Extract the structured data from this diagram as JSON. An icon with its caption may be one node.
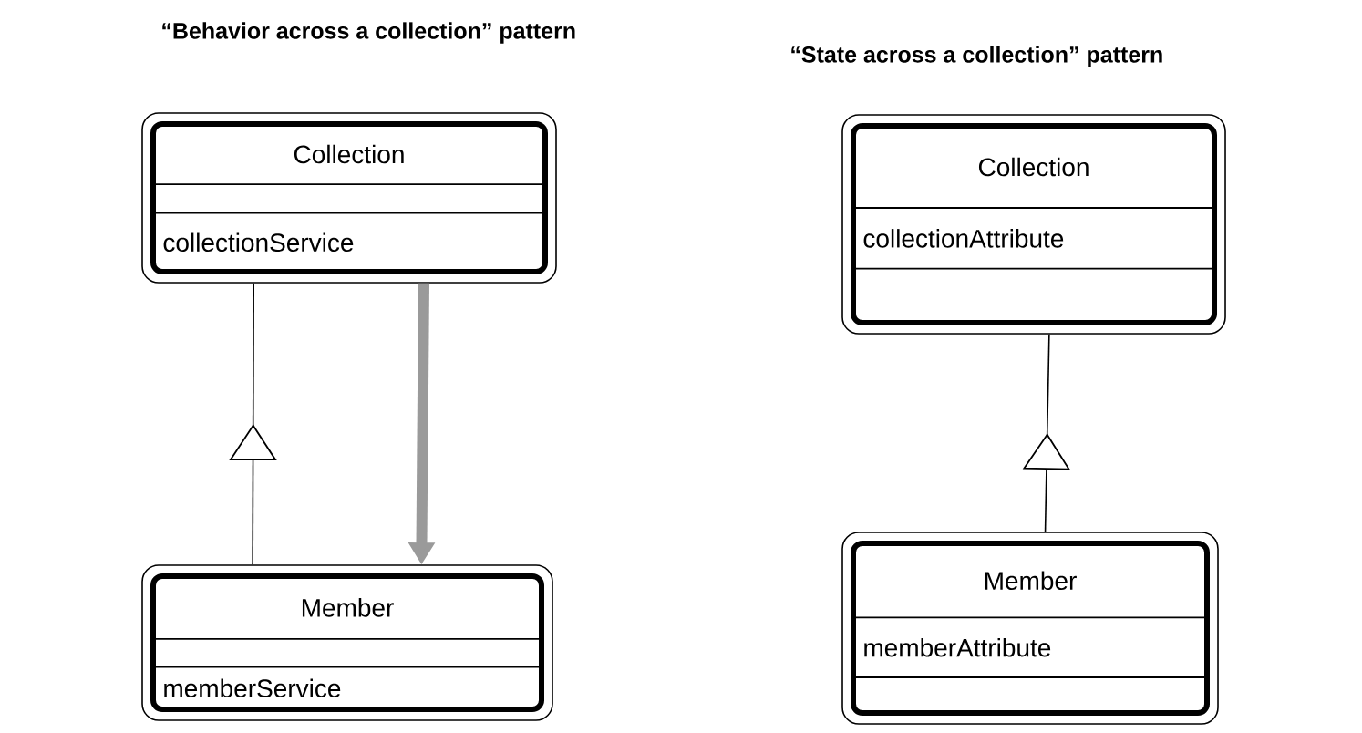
{
  "diagram": {
    "nodes": [
      {
        "text": [
          "Collection",
          "collectionService"
        ]
      },
      {
        "text": [
          "Member",
          "memberService"
        ]
      },
      {
        "text": [
          "Collection",
          "collectionAttribute"
        ]
      },
      {
        "text": [
          "Member",
          "memberAttribute"
        ]
      }
    ],
    "edges": [
      {
        "from": 1,
        "to": 0,
        "arrow": "to"
      },
      {
        "from": 0,
        "to": 1,
        "arrow": "to",
        "style": "thick",
        "color": "#9a9a9a"
      },
      {
        "from": 3,
        "to": 2,
        "arrow": "to"
      }
    ],
    "labels": [
      "“Behavior across a collection” pattern",
      "“State across a collection” pattern"
    ]
  }
}
